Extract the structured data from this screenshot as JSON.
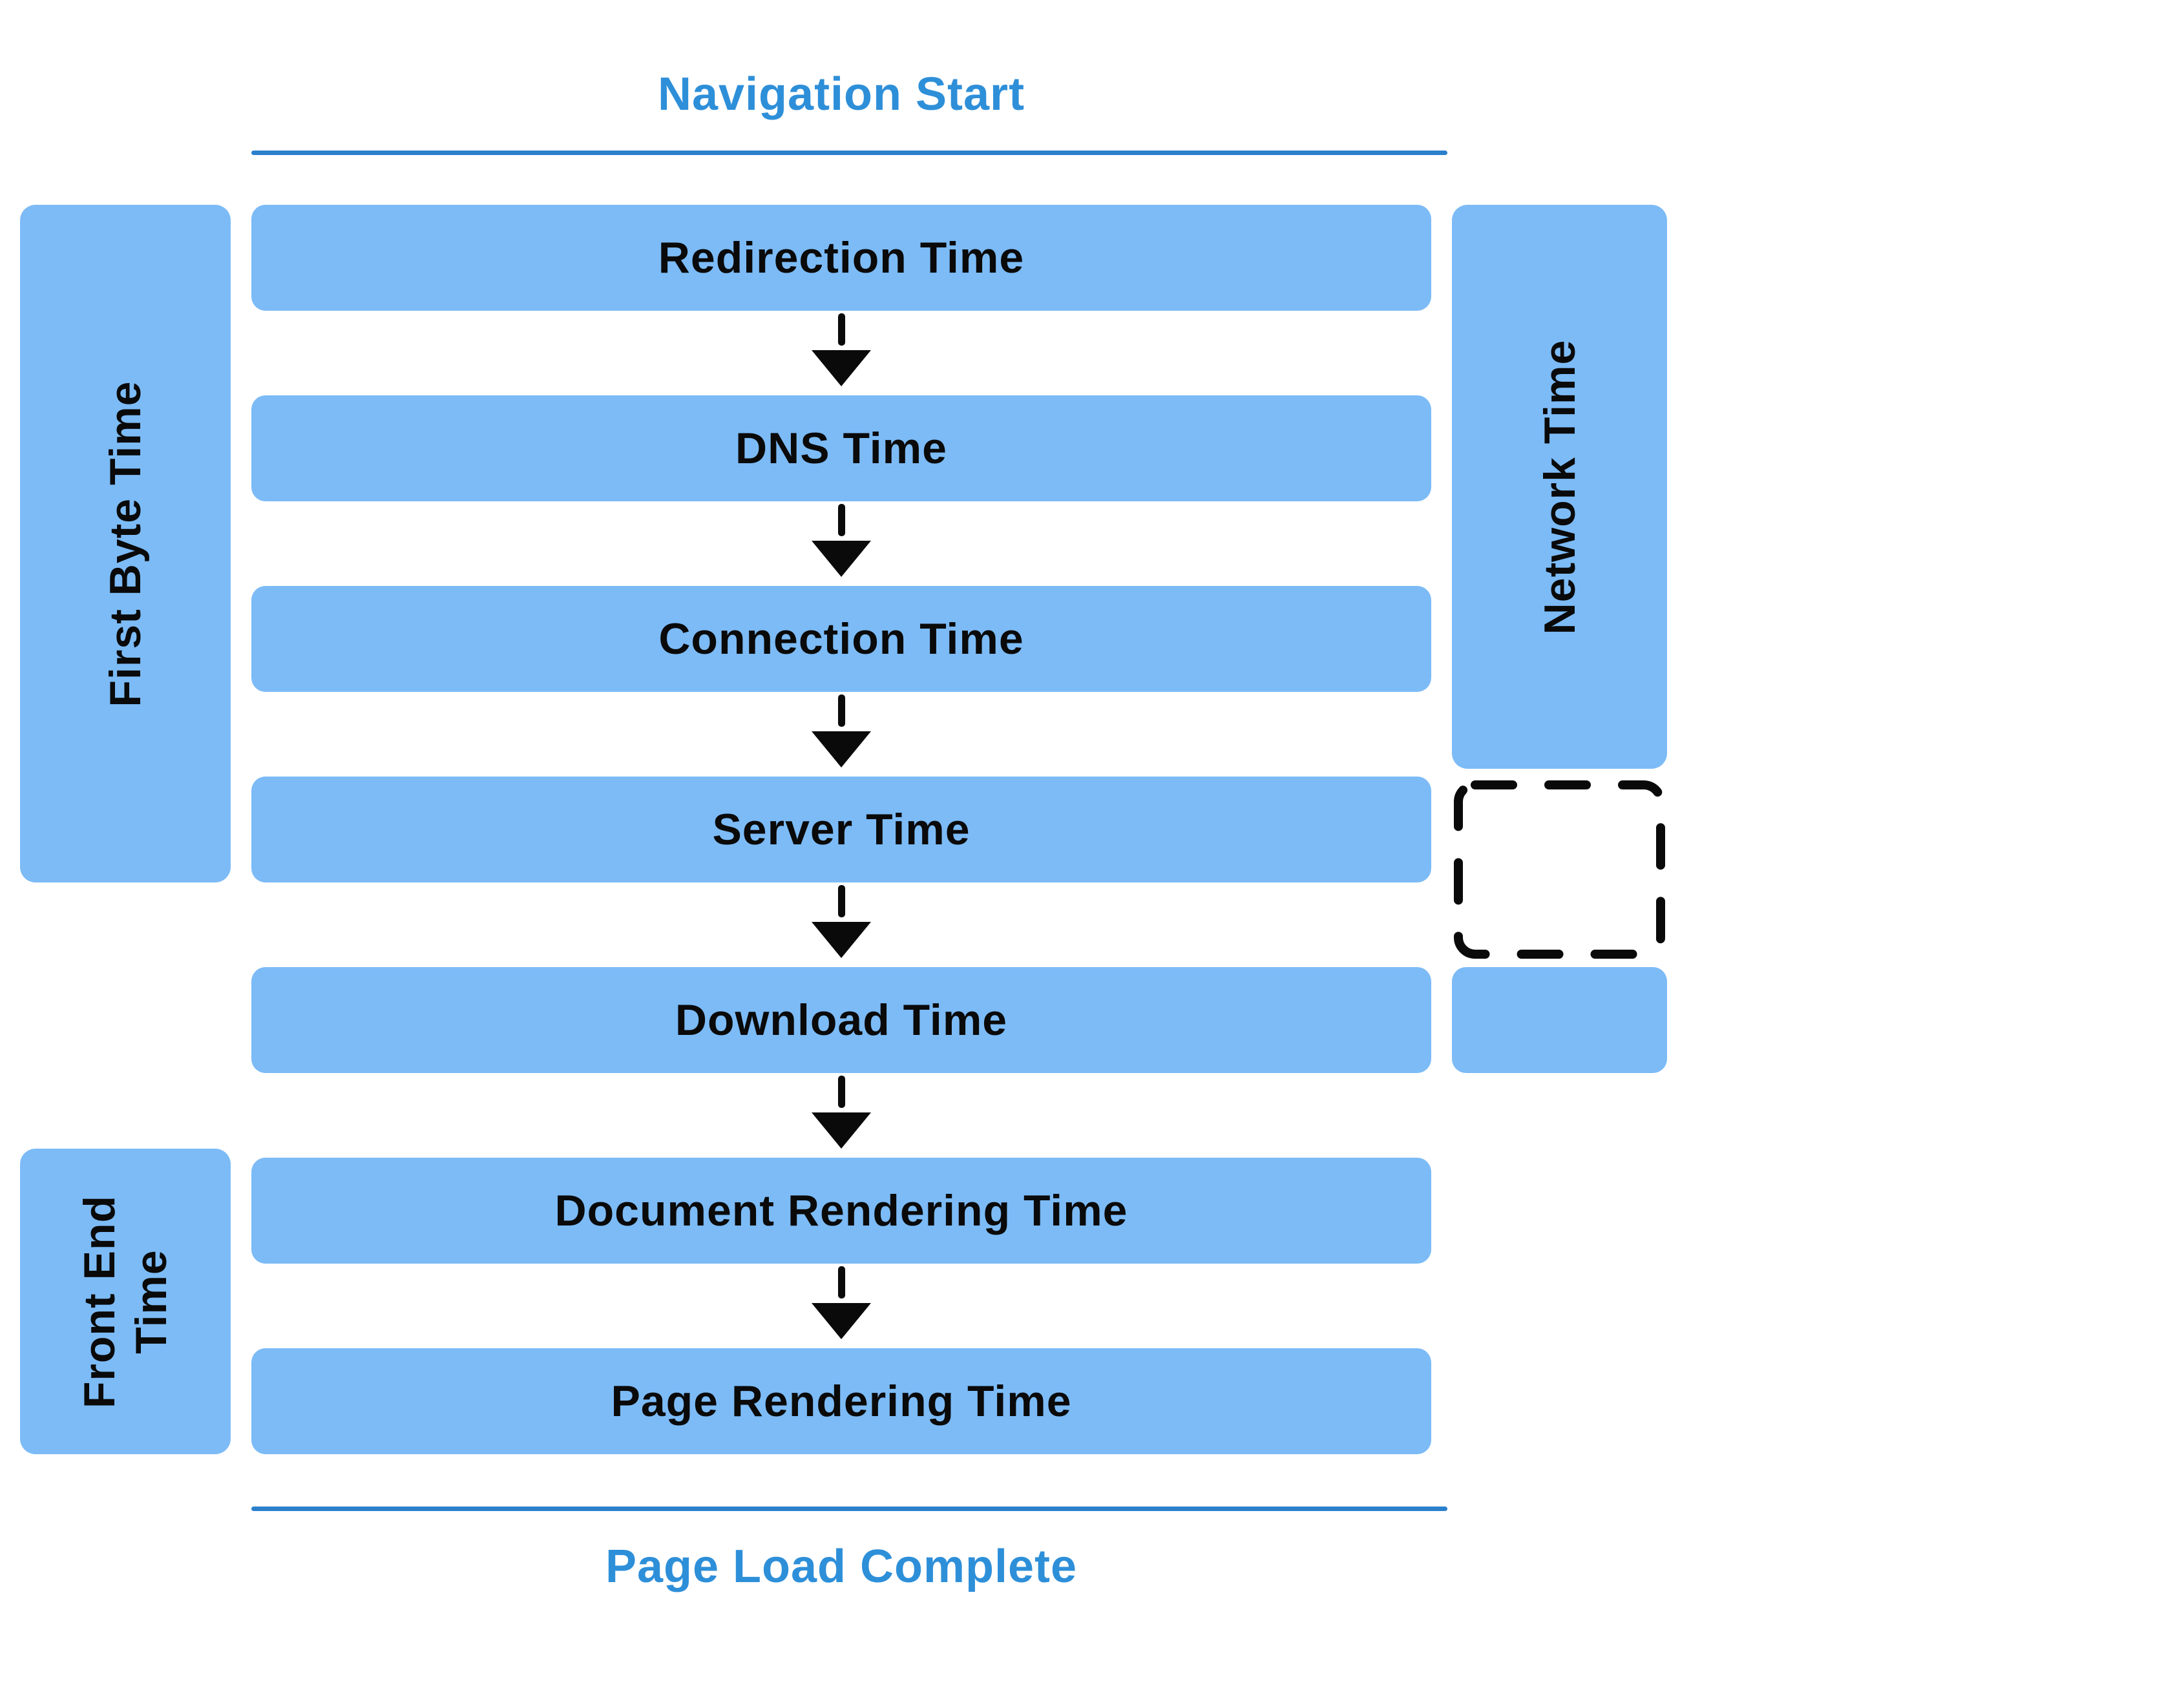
{
  "titles": {
    "top": "Navigation Start",
    "bottom": "Page Load Complete"
  },
  "steps": [
    "Redirection Time",
    "DNS Time",
    "Connection Time",
    "Server Time",
    "Download Time",
    "Document Rendering Time",
    "Page Rendering Time"
  ],
  "side_labels": {
    "first_byte": "First Byte Time",
    "front_end_line1": "Front End",
    "front_end_line2": "Time",
    "network": "Network Time"
  },
  "colors": {
    "box_fill": "#7cbbf6",
    "accent_text": "#2e8fd9",
    "accent_line": "#2b80cc",
    "label_text": "#0a0a0a"
  }
}
